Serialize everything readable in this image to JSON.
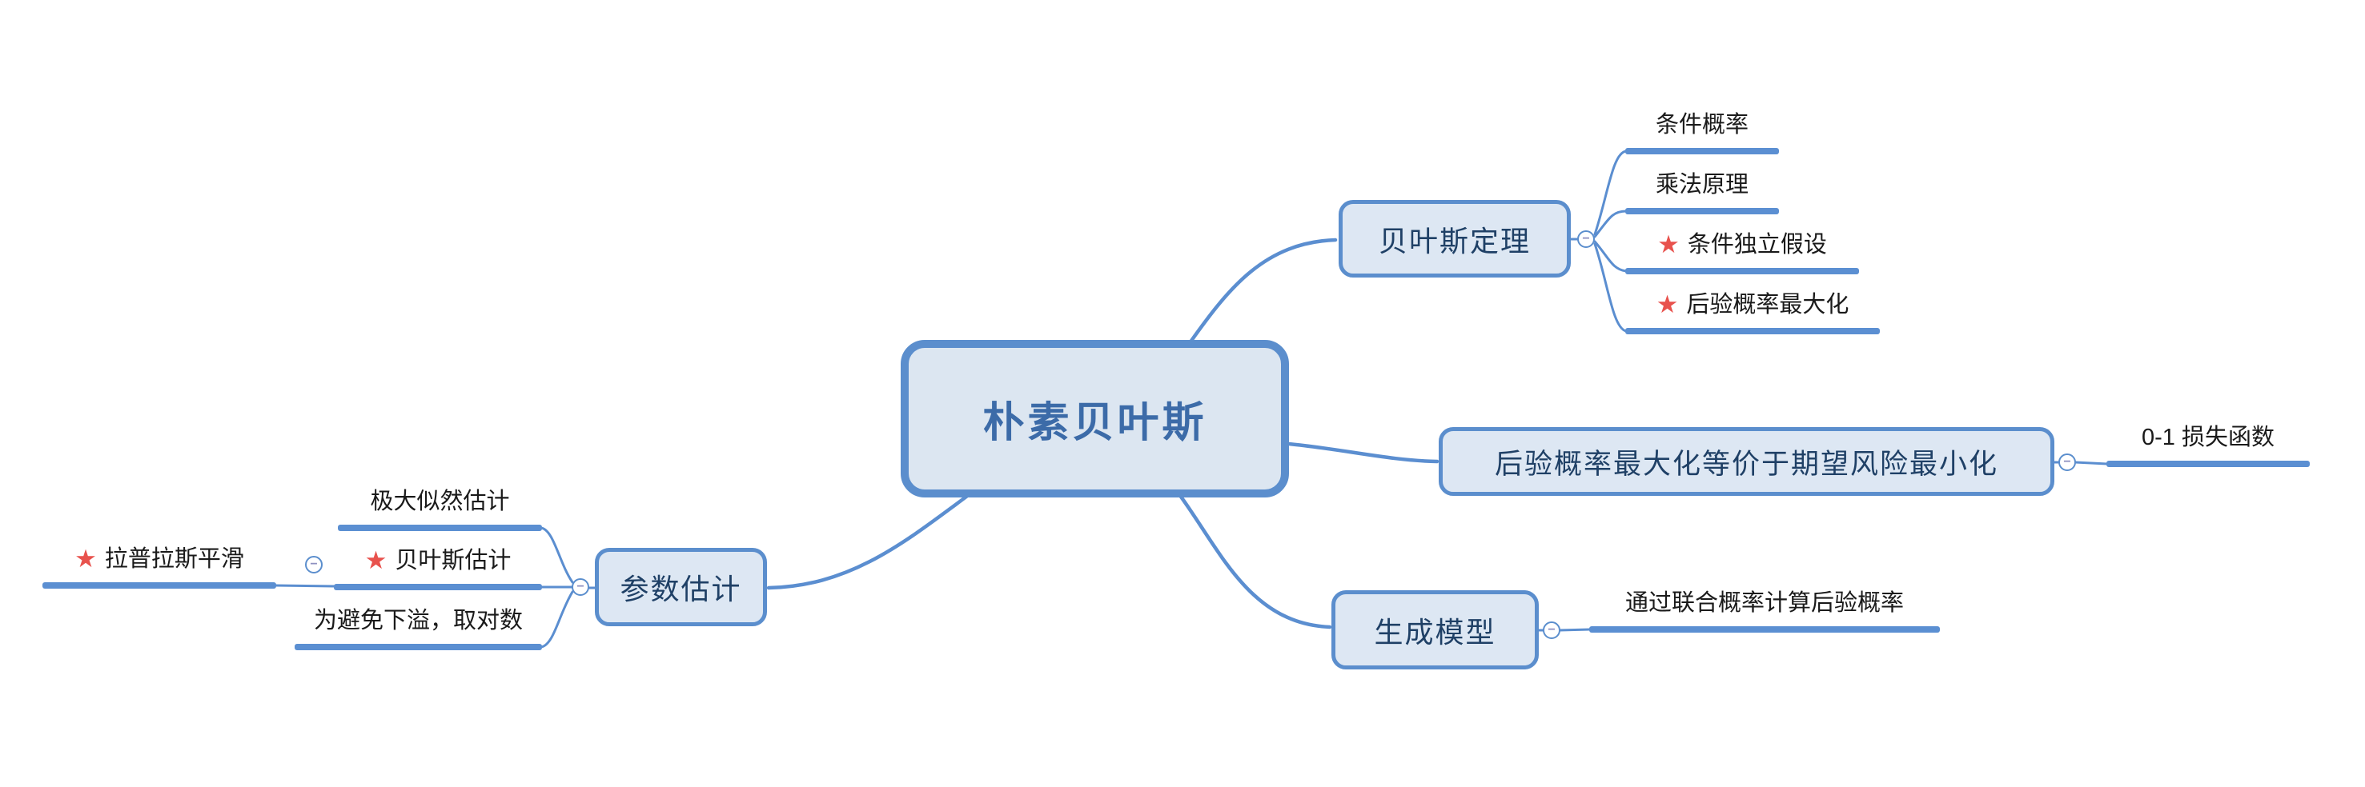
{
  "root": {
    "label": "朴素贝叶斯"
  },
  "branches": [
    {
      "id": "bayes-theorem",
      "label": "贝叶斯定理",
      "children": [
        {
          "id": "cond-prob",
          "label": "条件概率",
          "starred": false
        },
        {
          "id": "mult-principle",
          "label": "乘法原理",
          "starred": false
        },
        {
          "id": "cond-indep",
          "label": "条件独立假设",
          "starred": true
        },
        {
          "id": "post-max",
          "label": "后验概率最大化",
          "starred": true
        }
      ]
    },
    {
      "id": "posterior-risk",
      "label": "后验概率最大化等价于期望风险最小化",
      "children": [
        {
          "id": "zero-one-loss",
          "label": "0-1 损失函数",
          "starred": false
        }
      ]
    },
    {
      "id": "generative-model",
      "label": "生成模型",
      "children": [
        {
          "id": "joint-prob",
          "label": "通过联合概率计算后验概率",
          "starred": false
        }
      ]
    },
    {
      "id": "param-estimation",
      "label": "参数估计",
      "children": [
        {
          "id": "mle",
          "label": "极大似然估计",
          "starred": false
        },
        {
          "id": "bayes-est",
          "label": "贝叶斯估计",
          "starred": true,
          "children": [
            {
              "id": "laplace",
              "label": "拉普拉斯平滑",
              "starred": true
            }
          ]
        },
        {
          "id": "log-underflow",
          "label": "为避免下溢，取对数",
          "starred": false
        }
      ]
    }
  ],
  "icons": {
    "star": "★",
    "collapse": "−"
  },
  "colors": {
    "edge": "#5b8ed0",
    "underline": "#5b8fd2",
    "node_fill": "#dce6f1",
    "node_border": "#5b8ecd",
    "central_text": "#3c6ba8",
    "branch_text": "#1f4066",
    "leaf_text": "#1a1a1a",
    "star": "#e8524d",
    "badge_minus": "#8d90c0"
  }
}
